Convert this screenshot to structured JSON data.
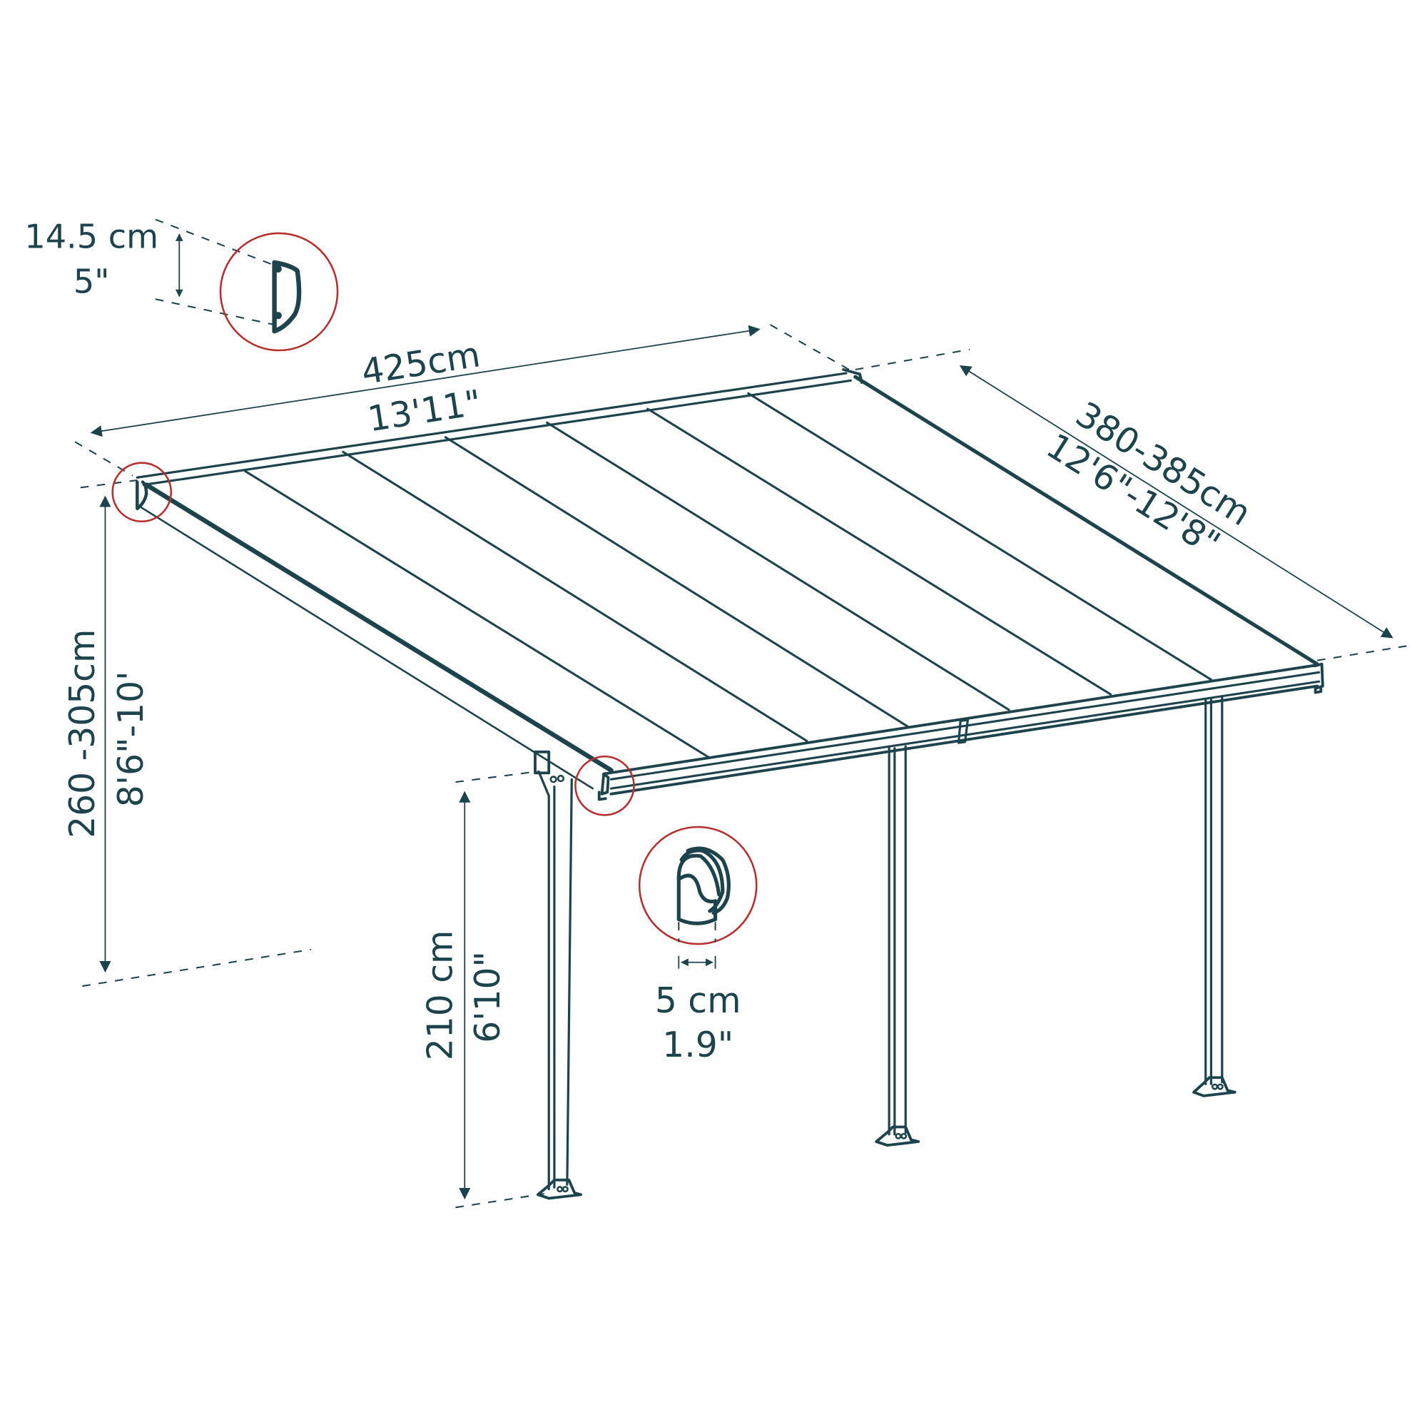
{
  "diagram": {
    "subject": "Wall-mounted patio cover / pergola dimension drawing",
    "colors": {
      "ink": "#1d434d",
      "callout_circle": "#b5302f",
      "background": "#ffffff"
    },
    "dimensions": {
      "gutter_height": {
        "metric": "14.5 cm",
        "imperial": "5\""
      },
      "width": {
        "metric": "425cm",
        "imperial": "13'11\""
      },
      "depth": {
        "metric": "380-385cm",
        "imperial": "12'6\"-12'8\""
      },
      "wall_height": {
        "metric": "260 -305cm",
        "imperial": "8'6\"-10'"
      },
      "front_height": {
        "metric": "210 cm",
        "imperial": "6'10\""
      },
      "downpipe_diameter": {
        "metric": "5 cm",
        "imperial": "1.9\""
      }
    },
    "callouts": [
      {
        "name": "wall-bracket-profile",
        "detail": "D-shaped wall bracket profile"
      },
      {
        "name": "rear-corner",
        "detail": "Wall-side corner of roof"
      },
      {
        "name": "gutter-corner",
        "detail": "Front gutter end cap"
      },
      {
        "name": "downpipe-outlet",
        "detail": "Gutter downpipe outlet"
      }
    ],
    "structure": {
      "roof_panels": 7,
      "posts": 3
    }
  }
}
